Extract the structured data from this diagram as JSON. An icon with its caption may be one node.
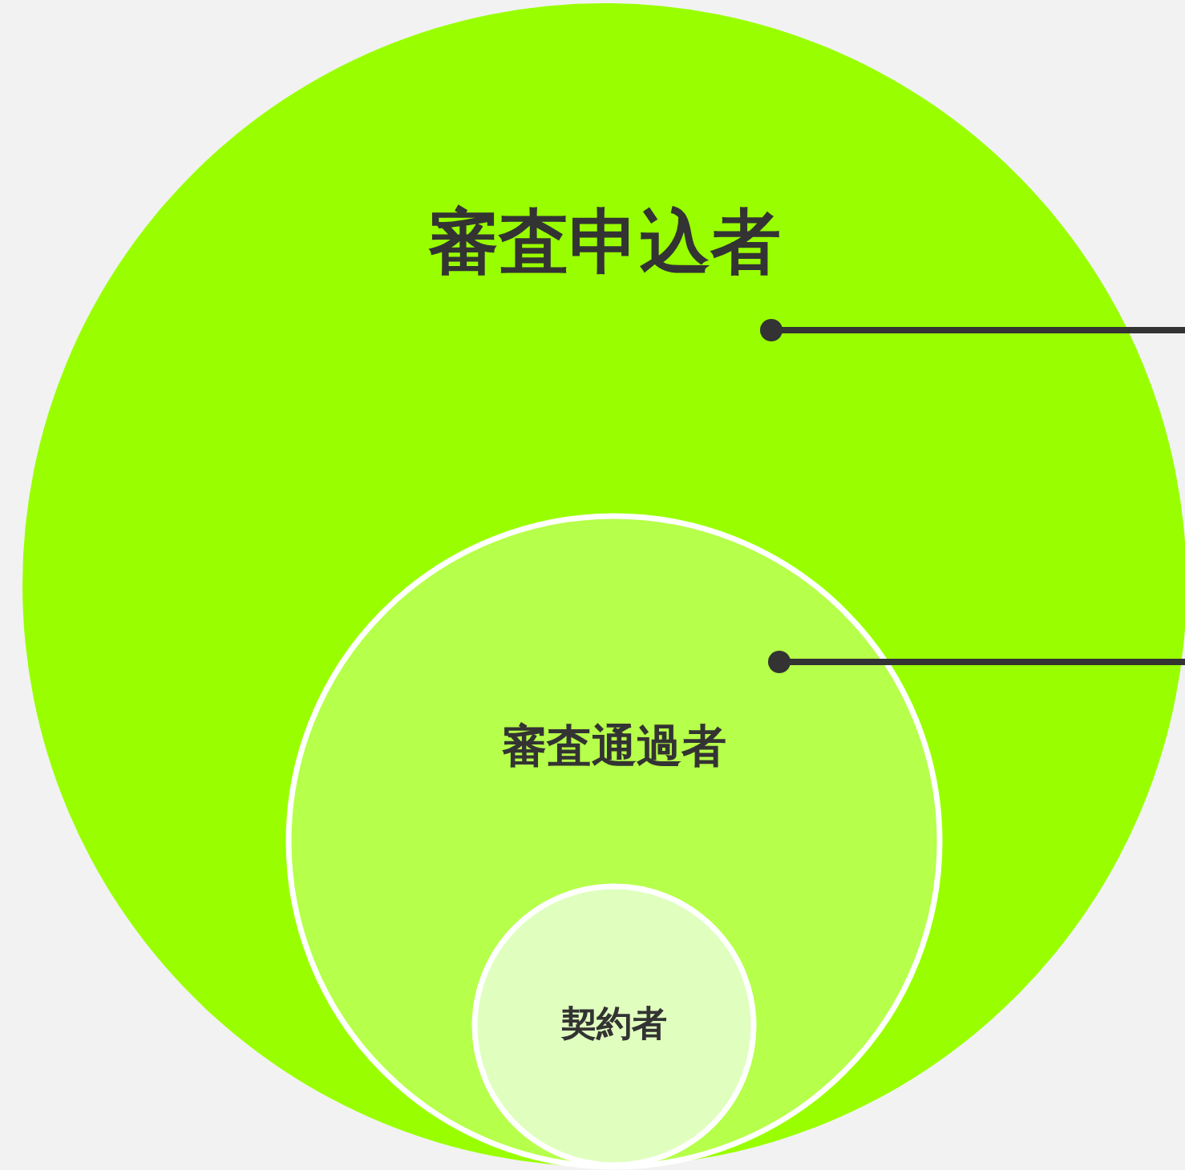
{
  "diagram": {
    "nodes": [
      {
        "text": [
          "審査申込者"
        ]
      },
      {
        "text": [
          "審査通過者"
        ],
        "in": 0
      },
      {
        "text": [
          "契約者"
        ],
        "in": 1
      }
    ],
    "edges": [
      {
        "from": 0,
        "to": null,
        "arrow": "other"
      },
      {
        "from": 1,
        "to": null,
        "arrow": "other"
      }
    ]
  }
}
